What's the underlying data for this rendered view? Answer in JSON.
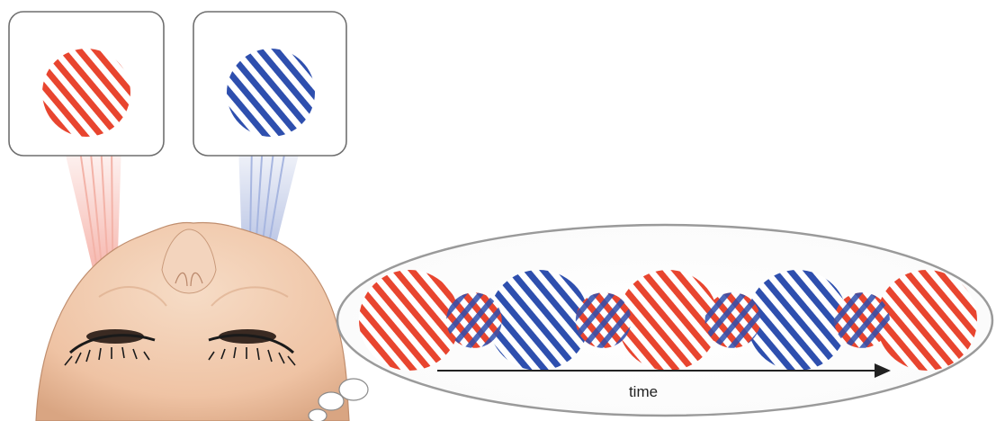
{
  "stimuli": {
    "left_eye": {
      "color_name": "red",
      "color": "#e8452f",
      "grating_orientation": "diagonal"
    },
    "right_eye": {
      "color_name": "blue",
      "color": "#2e4fae",
      "grating_orientation": "diagonal"
    }
  },
  "percept": {
    "sequence": [
      "red",
      "mixed",
      "blue",
      "mixed",
      "red",
      "mixed",
      "blue",
      "mixed",
      "red"
    ],
    "axis_label": "time"
  },
  "colors": {
    "red": "#e8452f",
    "blue": "#2e4fae",
    "skin": "#f1c9ad",
    "frame": "#6f6f6f"
  }
}
